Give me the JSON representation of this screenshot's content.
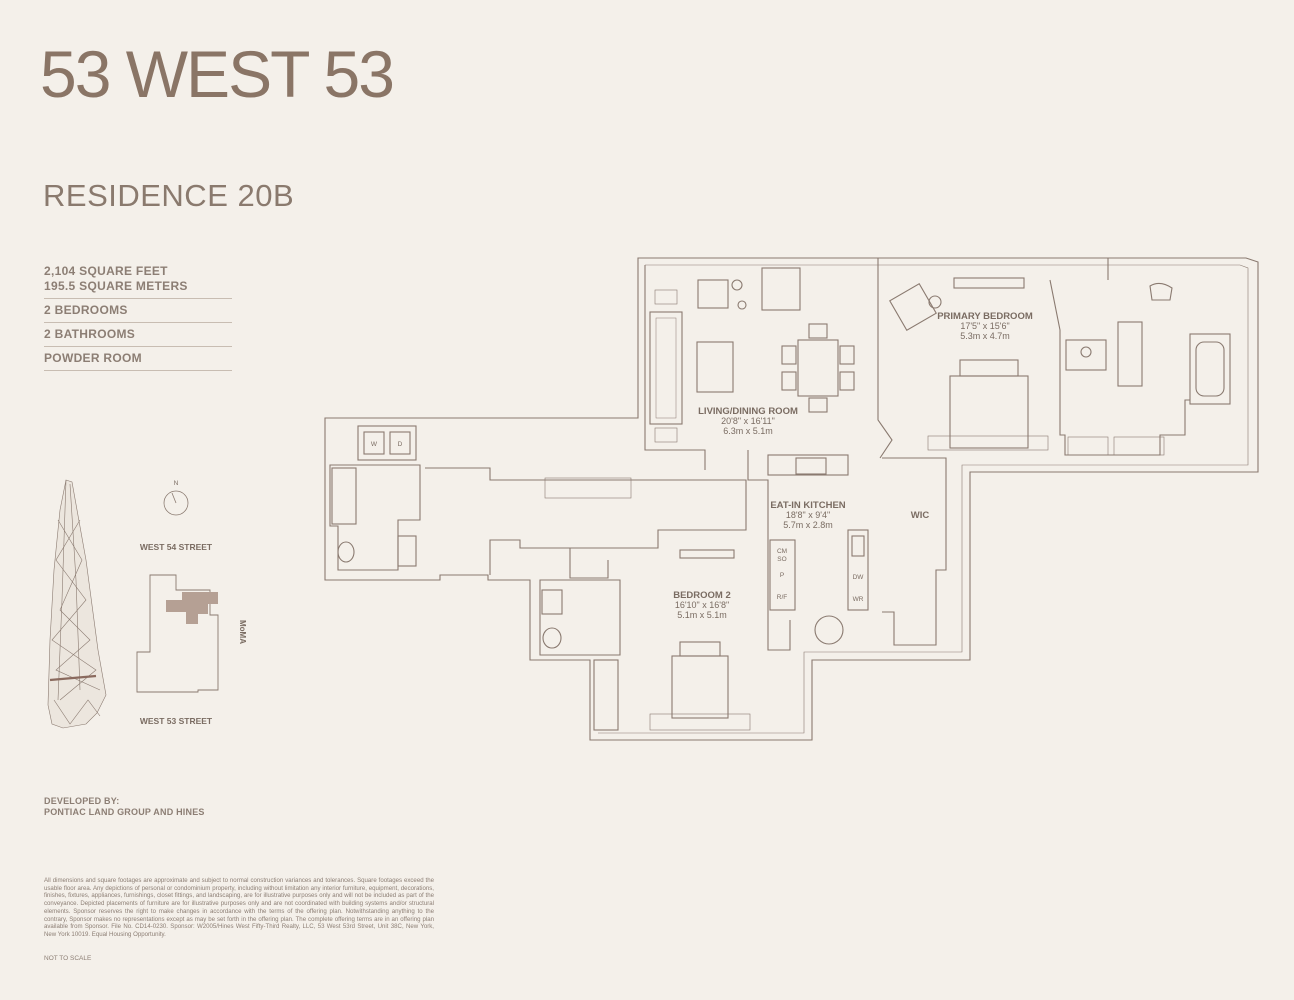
{
  "building_name": "53 WEST 53",
  "residence_title": "RESIDENCE 20B",
  "specs": {
    "square_feet": "2,104 SQUARE FEET",
    "square_meters": "195.5 SQUARE METERS",
    "bedrooms": "2 BEDROOMS",
    "bathrooms": "2 BATHROOMS",
    "powder_room": "POWDER ROOM"
  },
  "site_map": {
    "north_label": "N",
    "street_north": "WEST 54 STREET",
    "street_south": "WEST 53 STREET",
    "museum_label": "MoMA"
  },
  "developer": {
    "heading": "DEVELOPED BY:",
    "name": "PONTIAC LAND GROUP AND HINES"
  },
  "disclaimer": "All dimensions and square footages are approximate and subject to normal construction variances and tolerances. Square footages exceed the usable floor area. Any depictions of personal or condominium property, including without limitation any interior furniture, equipment, decorations, finishes, fixtures, appliances, furnishings, closet fittings, and landscaping, are for illustrative purposes only and will not be included as part of the conveyance. Depicted placements of furniture are for illustrative purposes only and are not coordinated with building systems and/or structural elements. Sponsor reserves the right to make changes in accordance with the terms of the offering plan. Notwithstanding anything to the contrary, Sponsor makes no representations except as may be set forth in the offering plan. The complete offering terms are in an offering plan available from Sponsor. File No. CD14-0230. Sponsor: W2005/Hines West Fifty-Third Realty, LLC, 53 West 53rd Street, Unit 38C, New York, New York 10019. Equal Housing Opportunity.",
  "not_to_scale": "NOT TO SCALE",
  "rooms": {
    "living": {
      "name": "LIVING/DINING ROOM",
      "imperial": "20'8\" x 16'11\"",
      "metric": "6.3m x 5.1m"
    },
    "primary": {
      "name": "PRIMARY BEDROOM",
      "imperial": "17'5\" x 15'6\"",
      "metric": "5.3m x 4.7m"
    },
    "kitchen": {
      "name": "EAT-IN KITCHEN",
      "imperial": "18'8\" x 9'4\"",
      "metric": "5.7m x 2.8m"
    },
    "bedroom2": {
      "name": "BEDROOM 2",
      "imperial": "16'10\" x 16'8\"",
      "metric": "5.1m x 5.1m"
    },
    "wic": {
      "name": "WIC"
    }
  },
  "appliances": {
    "washer": "W",
    "dryer": "D",
    "cm": "CM",
    "so": "SO",
    "pantry": "P",
    "fridge": "R/F",
    "dishwasher": "DW",
    "wine": "WR"
  },
  "colors": {
    "background": "#f4f0ea",
    "wall": "#8a7a70",
    "brand": "#8a7566",
    "highlight": "#b5a094"
  }
}
